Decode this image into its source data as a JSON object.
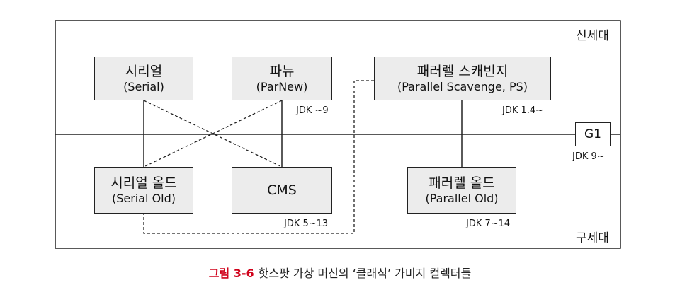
{
  "diagram": {
    "young_gen_label": "신세대",
    "old_gen_label": "구세대",
    "collectors": {
      "serial": {
        "name_ko": "시리얼",
        "name_en": "(Serial)"
      },
      "parnew": {
        "name_ko": "파뉴",
        "name_en": "(ParNew)",
        "jdk": "JDK ~9"
      },
      "parallel_scavenge": {
        "name_ko": "패러렐 스캐빈지",
        "name_en": "(Parallel Scavenge, PS)",
        "jdk": "JDK 1.4~"
      },
      "g1": {
        "name": "G1",
        "jdk": "JDK 9~"
      },
      "serial_old": {
        "name_ko": "시리얼 올드",
        "name_en": "(Serial Old)"
      },
      "cms": {
        "name": "CMS",
        "jdk": "JDK 5~13"
      },
      "parallel_old": {
        "name_ko": "패러렐 올드",
        "name_en": "(Parallel Old)",
        "jdk": "JDK 7~14"
      }
    },
    "connections": [
      {
        "from": "serial",
        "to": "serial_old",
        "style": "solid"
      },
      {
        "from": "serial",
        "to": "cms",
        "style": "dashed"
      },
      {
        "from": "parnew",
        "to": "serial_old",
        "style": "dashed"
      },
      {
        "from": "parnew",
        "to": "cms",
        "style": "solid"
      },
      {
        "from": "parallel_scavenge",
        "to": "parallel_old",
        "style": "solid"
      },
      {
        "from": "parallel_scavenge",
        "to": "serial_old",
        "style": "dashed"
      }
    ]
  },
  "caption": {
    "figure_number": "그림 3-6",
    "text": "핫스팟 가상 머신의 ‘클래식’ 가비지 컬렉터들"
  }
}
